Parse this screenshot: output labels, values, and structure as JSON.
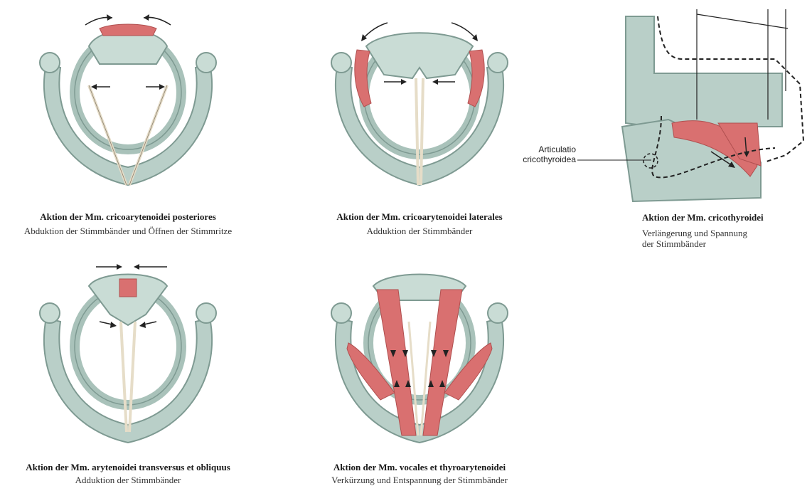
{
  "panels": [
    {
      "title": "Aktion der Mm. cricoarytenoidei posteriores",
      "subtitle": "Abduktion der Stimmbänder und Öffnen der Stimmritze"
    },
    {
      "title": "Aktion der Mm. cricoarytenoidei laterales",
      "subtitle": "Adduktion der Stimmbänder"
    },
    {
      "title": "Aktion der Mm. cricothyroidei",
      "subtitle_line1": "Verlängerung und Spannung",
      "subtitle_line2": "der Stimmbänder",
      "annotation_line1": "Articulatio",
      "annotation_line2": "cricothyroidea"
    },
    {
      "title": "Aktion der Mm. arytenoidei transversus et obliquus",
      "subtitle": "Adduktion der Stimmbänder"
    },
    {
      "title": "Aktion der Mm. vocales et thyroarytenoidei",
      "subtitle": "Verkürzung und Entspannung der Stimmbänder"
    }
  ],
  "colors": {
    "cartilage": "#b9cfc8",
    "cartilage_dark": "#7e9a92",
    "muscle": "#d97070",
    "cord": "#e6ddc8"
  }
}
